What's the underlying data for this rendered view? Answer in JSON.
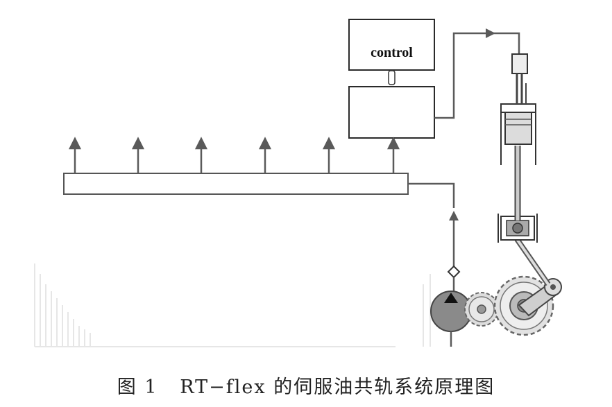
{
  "control_label": "control",
  "caption": {
    "figure": "图 1",
    "title": "RT−flex 的伺服油共轨系统原理图"
  },
  "colors": {
    "line": "#5a5a5a",
    "box_border": "#2a2a2a",
    "pump_fill": "#8a8a8a"
  }
}
